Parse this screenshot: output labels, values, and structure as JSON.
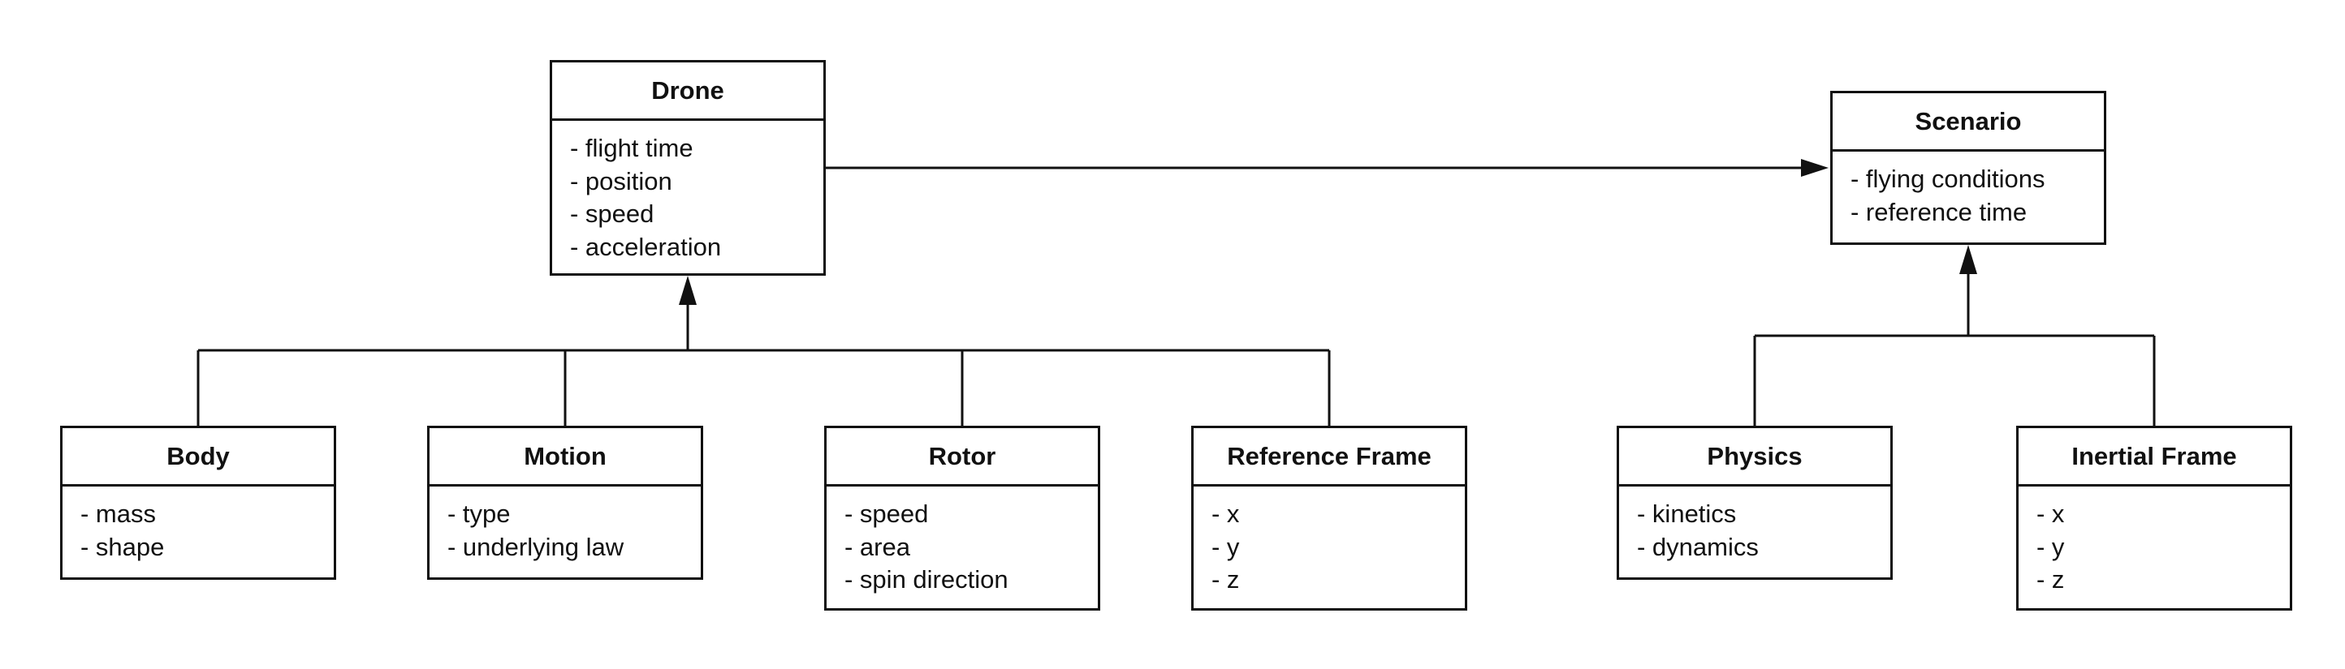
{
  "classes": {
    "drone": {
      "name": "Drone",
      "attributes": [
        "- flight time",
        "- position",
        "- speed",
        "- acceleration"
      ]
    },
    "scenario": {
      "name": "Scenario",
      "attributes": [
        "- flying conditions",
        "- reference time"
      ]
    },
    "body": {
      "name": "Body",
      "attributes": [
        "- mass",
        "- shape"
      ]
    },
    "motion": {
      "name": "Motion",
      "attributes": [
        "- type",
        "- underlying law"
      ]
    },
    "rotor": {
      "name": "Rotor",
      "attributes": [
        "- speed",
        "- area",
        "- spin direction"
      ]
    },
    "refframe": {
      "name": "Reference Frame",
      "attributes": [
        "- x",
        "- y",
        "- z"
      ]
    },
    "physics": {
      "name": "Physics",
      "attributes": [
        "- kinetics",
        "- dynamics"
      ]
    },
    "inertial": {
      "name": "Inertial Frame",
      "attributes": [
        "- x",
        "- y",
        "- z"
      ]
    }
  },
  "relations": [
    {
      "from": "drone",
      "to": "scenario",
      "kind": "association-arrow"
    },
    {
      "from": "body",
      "to": "drone",
      "kind": "generalization"
    },
    {
      "from": "motion",
      "to": "drone",
      "kind": "generalization"
    },
    {
      "from": "rotor",
      "to": "drone",
      "kind": "generalization"
    },
    {
      "from": "refframe",
      "to": "drone",
      "kind": "generalization"
    },
    {
      "from": "physics",
      "to": "scenario",
      "kind": "generalization"
    },
    {
      "from": "inertial",
      "to": "scenario",
      "kind": "generalization"
    }
  ],
  "colors": {
    "stroke": "#111111",
    "background": "#ffffff"
  }
}
